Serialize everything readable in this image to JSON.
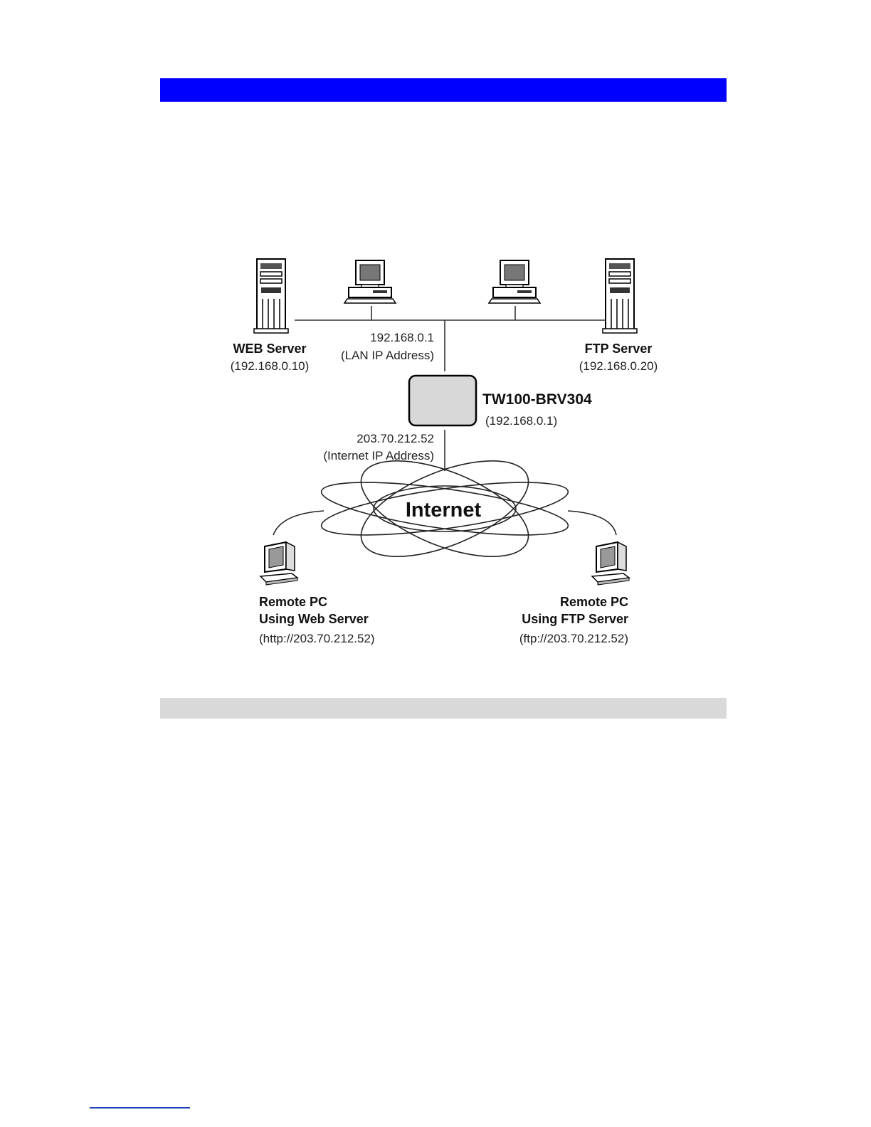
{
  "colors": {
    "header_bar": "#0000ff",
    "section_bar": "#d9d9d9",
    "footer_rule": "#1f3fb8",
    "router_fill": "#d8d8d8"
  },
  "diagram": {
    "web_server": {
      "name": "WEB Server",
      "ip": "(192.168.0.10)"
    },
    "ftp_server": {
      "name": "FTP Server",
      "ip": "(192.168.0.20)"
    },
    "lan": {
      "ip": "192.168.0.1",
      "label": "(LAN IP Address)"
    },
    "router": {
      "name": "TW100-BRV304",
      "ip": "(192.168.0.1)"
    },
    "wan": {
      "ip": "203.70.212.52",
      "label": "(Internet IP Address)"
    },
    "internet": {
      "label": "Internet"
    },
    "remote_web": {
      "line1": "Remote PC",
      "line2": "Using Web Server",
      "url": "(http://203.70.212.52)"
    },
    "remote_ftp": {
      "line1": "Remote PC",
      "line2": "Using FTP Server",
      "url": "(ftp://203.70.212.52)"
    }
  }
}
